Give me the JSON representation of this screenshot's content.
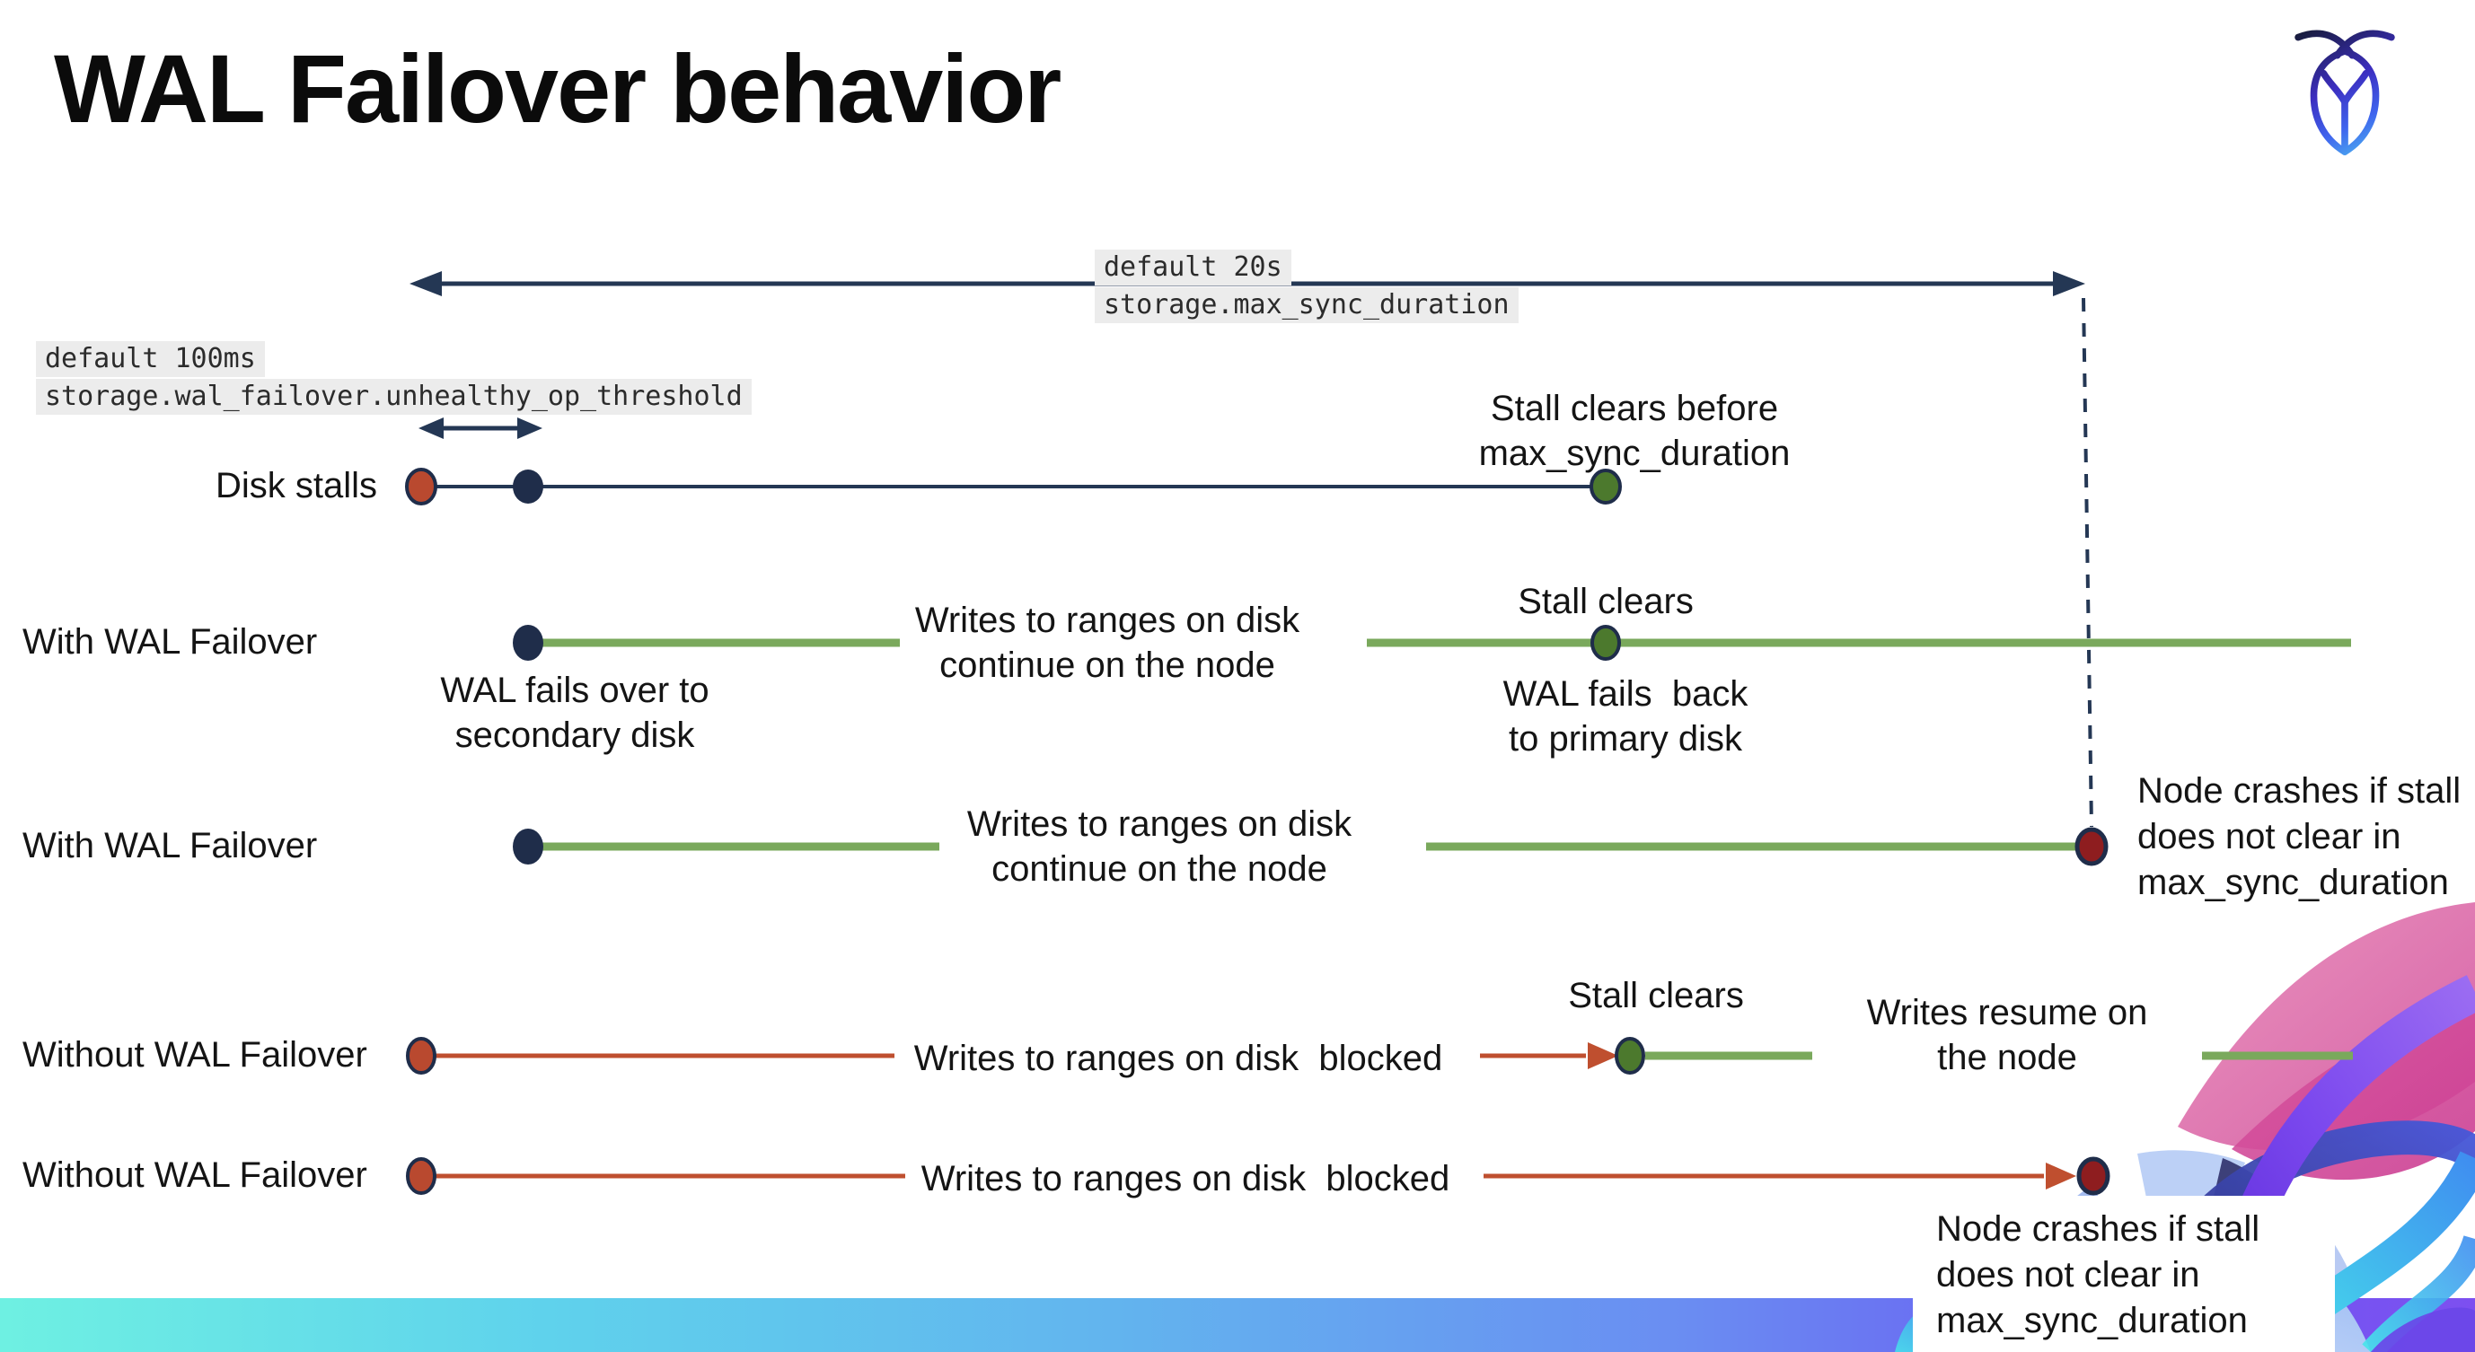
{
  "page": {
    "title": "WAL Failover behavior",
    "background": "#ffffff"
  },
  "branding": {
    "logo": "cockroachdb-logo"
  },
  "colors": {
    "navy_line": "#243754",
    "navy_dot": "#1f2d4a",
    "green_line": "#7aa95c",
    "green_dot": "#4c792d",
    "red_line": "#bf4f2f",
    "red_dot": "#b9492f",
    "dark_red_dot": "#8e1d1f",
    "label_bg": "#ececec",
    "footer_gradient": [
      "#6ef0e2",
      "#62b4ee",
      "#6a5cf3",
      "#7d4ff0"
    ]
  },
  "config_labels": {
    "max_sync_default": "default 20s",
    "max_sync_setting": "storage.max_sync_duration",
    "threshold_default": "default 100ms",
    "threshold_setting": "storage.wal_failover.unhealthy_op_threshold"
  },
  "diagram": {
    "timeline_labels": [
      "Disk stalls",
      "With WAL Failover",
      "With WAL Failover",
      "Without WAL Failover",
      "Without WAL Failover"
    ],
    "events": {
      "disk_stall_start": "disk stall begins (red dot)",
      "failover_trigger": "WAL failover threshold reached (navy dot)",
      "stall_clear": "stall clears (green dot)",
      "node_crash": "node crashes (dark red dot)"
    }
  },
  "annotations": {
    "stall_clears_before": "Stall clears before\nmax_sync_duration",
    "wal_fails_over": "WAL fails over to\nsecondary disk",
    "writes_continue_1": "Writes to ranges on disk\ncontinue on the node",
    "stall_clears_1": "Stall clears",
    "wal_fails_back": "WAL fails  back\nto primary disk",
    "writes_continue_2": "Writes to ranges on disk\ncontinue on the node",
    "node_crashes_1": "Node crashes if stall\ndoes not clear in\nmax_sync_duration",
    "writes_blocked_1": "Writes to ranges on disk  blocked",
    "stall_clears_2": "Stall clears",
    "writes_resume": "Writes resume on\nthe node",
    "writes_blocked_2": "Writes to ranges on disk  blocked",
    "node_crashes_2": "Node crashes if stall\ndoes not clear in\nmax_sync_duration"
  }
}
